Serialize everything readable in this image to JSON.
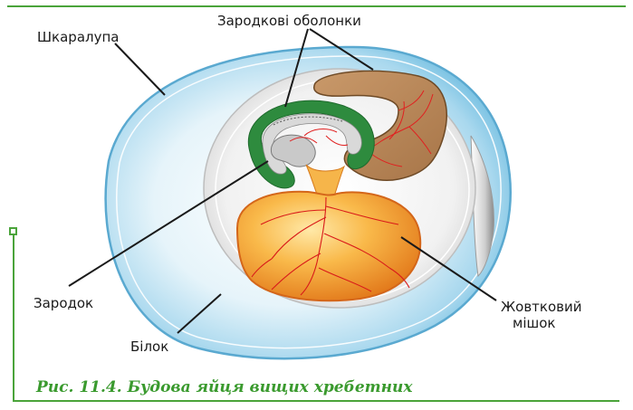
{
  "labels": {
    "shell": "Шкаралупа",
    "membranes": "Зародкові оболонки",
    "embryo": "Зародок",
    "albumen": "Білок",
    "yolk_sac_line1": "Жовтковий",
    "yolk_sac_line2": "мішок"
  },
  "caption": "Рис. 11.4. Будова яйця вищих хребетних",
  "colors": {
    "frame": "#4aa43a",
    "caption": "#3a9a2e",
    "shell": "#8fcbe6",
    "albumen": "#d9eef7",
    "yolk": "#f39a1e",
    "membrane_green": "#2e8b3e",
    "allantois": "#b8875a",
    "vessels": "#e02020"
  }
}
